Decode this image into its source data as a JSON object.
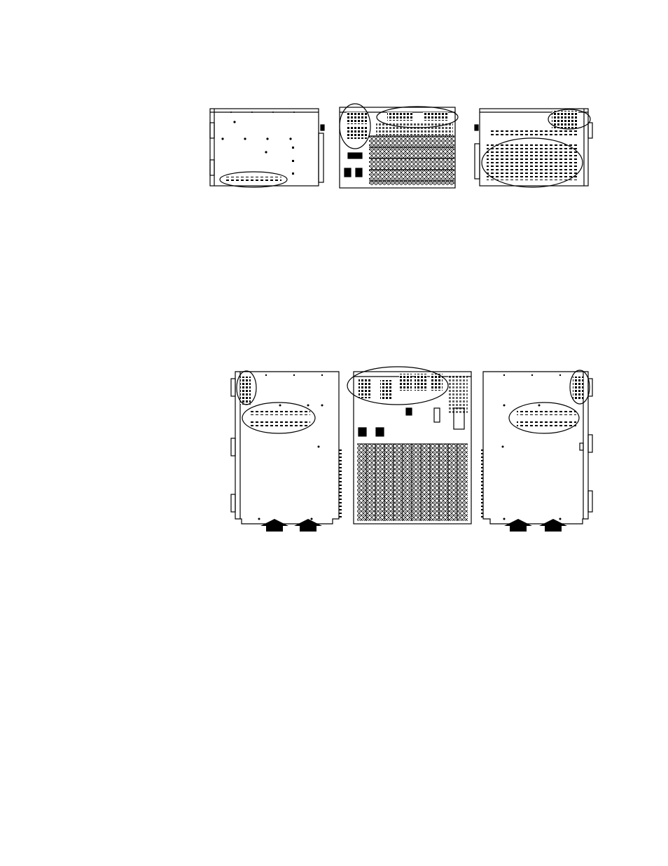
{
  "page": {
    "figures": [
      {
        "id": "figure-top",
        "description_views": [
          "left-side",
          "rear",
          "right-side"
        ]
      },
      {
        "id": "figure-bottom",
        "description_views": [
          "left-side",
          "rear",
          "right-side"
        ]
      }
    ]
  },
  "colors": {
    "line": "#000000",
    "background": "#ffffff"
  },
  "icons": [
    "vent-ellipse-highlight",
    "airflow-arrow"
  ]
}
